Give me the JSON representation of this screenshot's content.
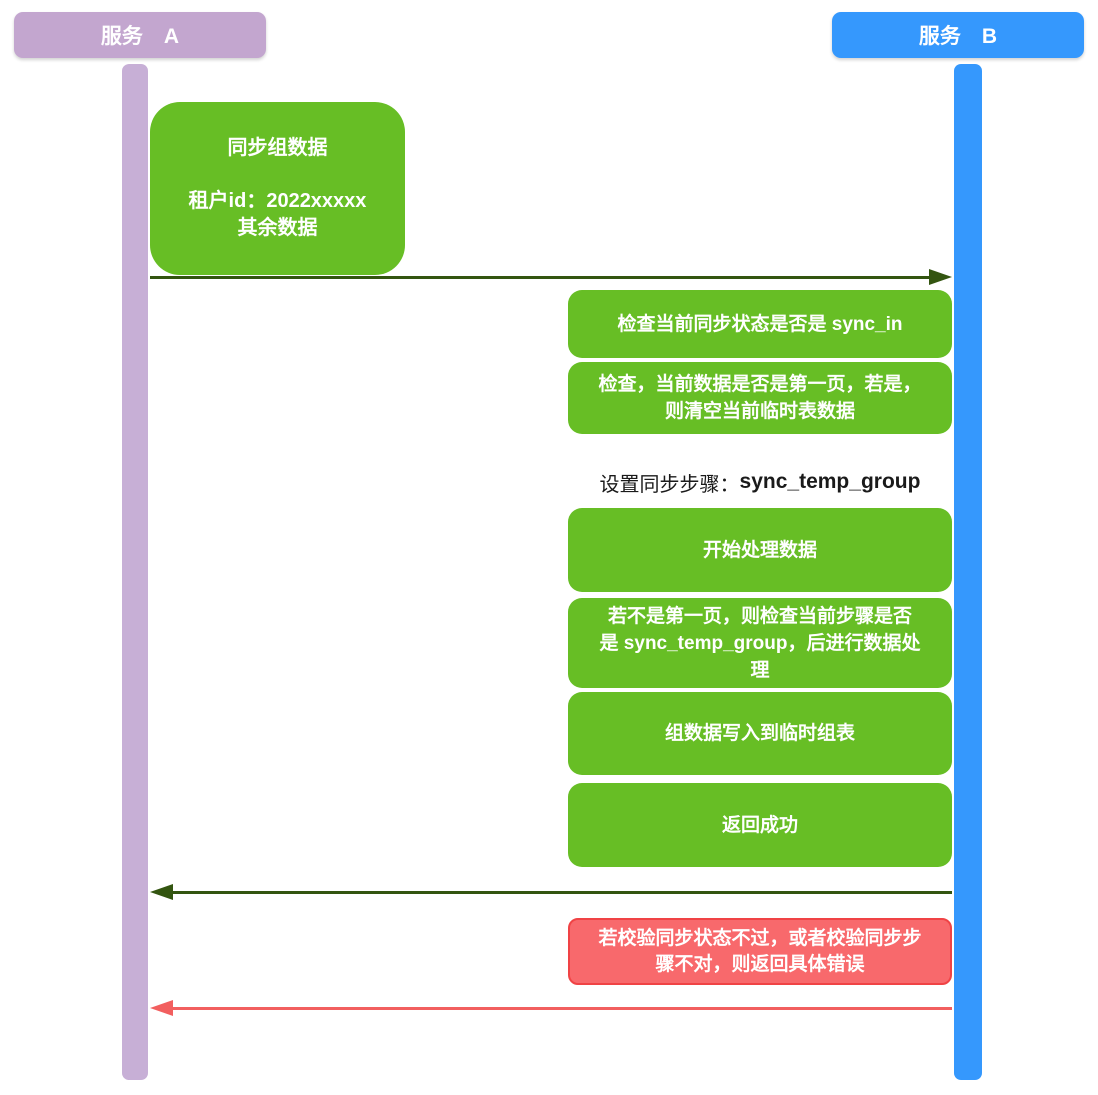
{
  "diagram": {
    "title": "service-sync-sequence-diagram",
    "actor_a": "服务　A",
    "actor_b": "服务　B"
  },
  "note_box": {
    "title": "同步组数据",
    "tenant_line": "租户id：2022xxxxx",
    "rest_line": "其余数据"
  },
  "boxes": {
    "check_sync_state": "检查当前同步状态是否是 sync_in",
    "check_first_page_l1": "检查，当前数据是否是第一页，若是，",
    "check_first_page_l2": "则清空当前临时表数据",
    "set_step_prefix": "设置同步步骤：",
    "set_step_value": "sync_temp_group",
    "start_processing": "开始处理数据",
    "not_first_page_l1": "若不是第一页，则检查当前步骤是否",
    "not_first_page_l2": "是 sync_temp_group，后进行数据处",
    "not_first_page_l3": "理",
    "write_temp_table": "组数据写入到临时组表",
    "return_success": "返回成功",
    "error_l1": "若校验同步状态不过，或者校验同步步",
    "error_l2": "骤不对，则返回具体错误"
  },
  "colors": {
    "actor_a_fill": "#c3a6cf",
    "actor_b_fill": "#3598fd",
    "lifeline_a_fill": "#c7afd6",
    "lifeline_b_fill": "#3598fd",
    "process_green": "#67be25",
    "arrow_dark_green": "#335510",
    "error_fill": "#f8696c",
    "error_border": "#f04345",
    "arrow_red": "#f25f5f",
    "text_on_fill": "#ffffff",
    "label_text": "#1a1a1a"
  }
}
